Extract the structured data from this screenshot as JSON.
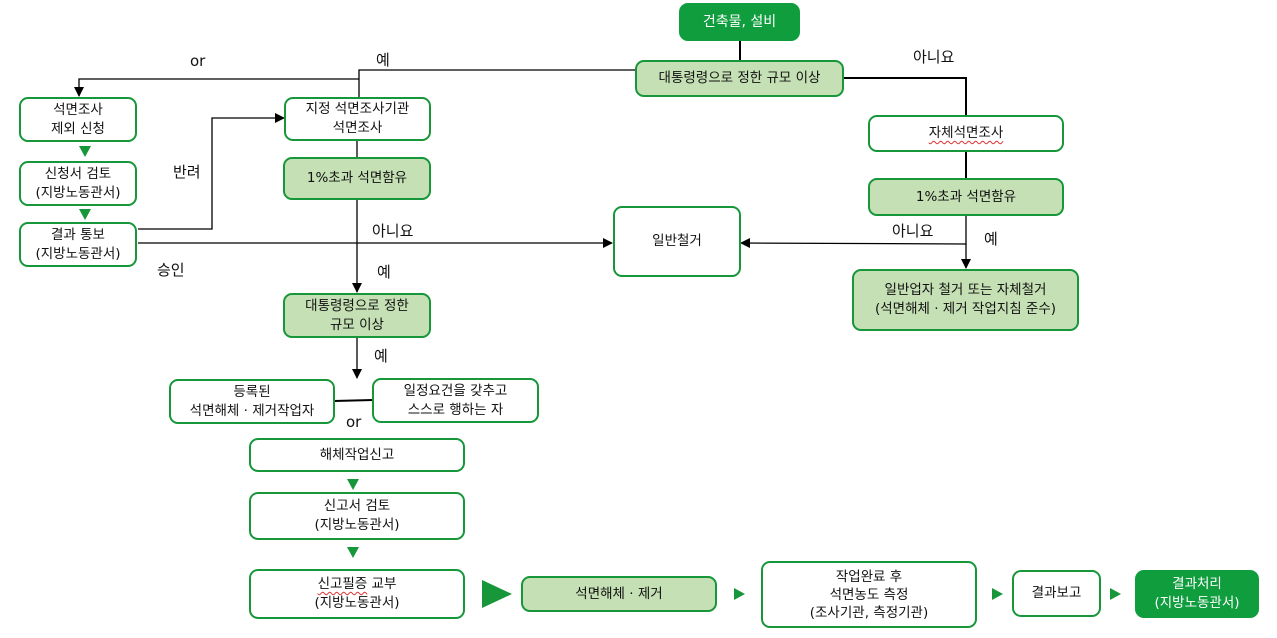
{
  "title": "석면 해체·제거 절차 흐름도",
  "colors": {
    "border": "#17963a",
    "light_fill": "#c5e0b4",
    "dark_fill": "#0f9d3e",
    "line": "#000000"
  },
  "nodes": {
    "start": "건축물, 설비",
    "decision_top": "대통령령으로 정한 규모 이상",
    "exemption_request": "석면조사\n제외 신청",
    "application_review": "신청서 검토\n(지방노동관서)",
    "result_notice": "결과 통보\n(지방노동관서)",
    "designated_survey": "지정 석면조사기관\n석면조사",
    "asbestos_content_left": "1%초과 석면함유",
    "general_demolition": "일반철거",
    "self_survey": "자체석면조사",
    "asbestos_content_right": "1%초과 석면함유",
    "general_contractor": "일반업자 철거 또는 자체철거\n(석면해체 · 제거 작업지침 준수)",
    "decision_mid": "대통령령으로 정한\n규모 이상",
    "registered_contractor": "등록된\n석면해체 · 제거작업자",
    "self_performer": "일정요건을 갖추고\n스스로 행하는 자",
    "demolition_report": "해체작업신고",
    "report_review": "신고서 검토\n(지방노동관서)",
    "certificate_issue_line1": "신고필증",
    "certificate_issue_line1b": " 교부",
    "certificate_issue_line2": "(지방노동관서)",
    "removal": "석면해체 · 제거",
    "measurement": "작업완료 후\n석면농도 측정\n(조사기관, 측정기관)",
    "result_report": "결과보고",
    "result_processing": "결과처리\n(지방노동관서)"
  },
  "labels": {
    "or_top": "or",
    "yes_top": "예",
    "no_top": "아니요",
    "rejected": "반려",
    "approved": "승인",
    "no_left": "아니요",
    "yes_left": "예",
    "no_right": "아니요",
    "yes_right": "예",
    "yes_mid": "예",
    "or_mid": "or"
  }
}
